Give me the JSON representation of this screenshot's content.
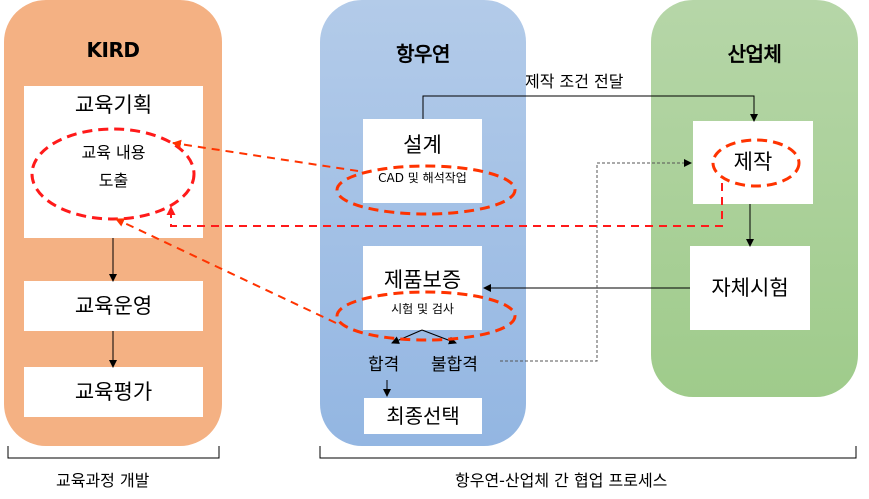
{
  "lanes": {
    "kird": {
      "title": "KIRD",
      "color": "#f4b183",
      "boxes": {
        "planning": {
          "title": "교육기획",
          "highlight": "교육 내용\n도출",
          "highlight_line1": "교육 내용",
          "highlight_line2": "도출"
        },
        "operation": {
          "title": "교육운영"
        },
        "evaluation": {
          "title": "교육평가"
        }
      },
      "bracket_label": "교육과정 개발"
    },
    "kari": {
      "title": "항우연",
      "color": "#9dbce4",
      "boxes": {
        "design": {
          "title": "설계",
          "highlight": "CAD 및 해석작업"
        },
        "assurance": {
          "title": "제품보증",
          "highlight": "시험 및 검사"
        },
        "final": {
          "title": "최종선택"
        }
      },
      "outcomes": {
        "pass": "합격",
        "fail": "불합격"
      }
    },
    "industry": {
      "title": "산업체",
      "color": "#a9d18e",
      "boxes": {
        "manufacture": {
          "title": "제작"
        },
        "self_test": {
          "title": "자체시험"
        }
      }
    }
  },
  "connectors": {
    "design_to_manufacture_label": "제작 조건 전달"
  },
  "bracket_label_collab": "항우연-산업체 간 협업 프로세스",
  "colors": {
    "highlight_dash": "#ff3300",
    "feedback_dash": "#ff1a1a",
    "arrow": "#000000",
    "dotted": "#555555"
  }
}
